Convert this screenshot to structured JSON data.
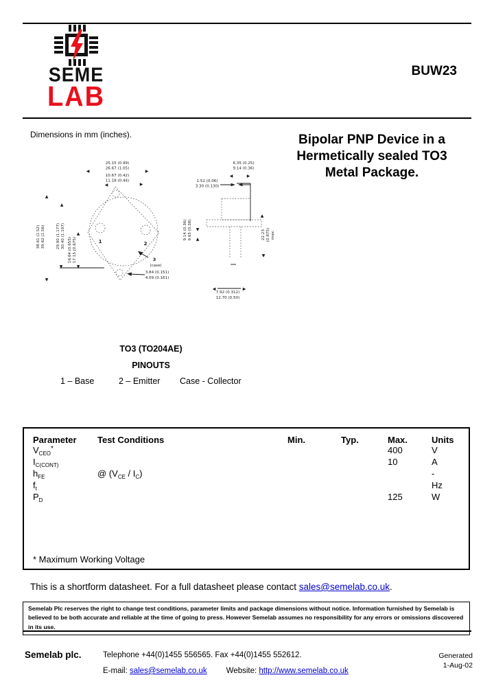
{
  "header": {
    "brand_top": "SEME",
    "brand_bottom": "LAB",
    "part_number": "BUW23"
  },
  "intro": {
    "dimensions_note": "Dimensions in mm (inches).",
    "title_line1": "Bipolar PNP Device in a",
    "title_line2": "Hermetically sealed TO3",
    "title_line3": "Metal Package."
  },
  "drawing": {
    "top_view": {
      "dim_cap_dia_min": "25.15 (0.99)",
      "dim_cap_dia_max": "26.67 (1.05)",
      "dim_pin_space_min": "10.67 (0.42)",
      "dim_pin_space_max": "11.18 (0.44)",
      "dim_flange_len_min": "38.61 (1.52)",
      "dim_flange_len_max": "39.62 (1.56)",
      "dim_hole_ctrs_min": "29.90 (1.177)",
      "dim_hole_ctrs_max": "30.40 (1.197)",
      "dim_flat_min": "16.64 (0.655)",
      "dim_flat_max": "17.15 (0.675)",
      "dim_hole_dia_min": "3.84 (0.151)",
      "dim_hole_dia_max": "4.09 (0.161)",
      "pin1_label": "1",
      "pin2_label": "2",
      "case_num": "3",
      "case_label": "(case)"
    },
    "side_view": {
      "dim_cap_h_min": "6.35 (0.25)",
      "dim_cap_h_max": "9.14 (0.36)",
      "dim_seal_min": "1.52 (0.06)",
      "dim_seal_max": "3.30 (0.130)",
      "dim_body_min": "9.14 (0.36)",
      "dim_body_max": "9.65 (0.38)",
      "dim_total_1": "22.23",
      "dim_total_2": "(0.875)",
      "dim_total_3": "max.",
      "dim_lead_min": "7.92 (0.312)",
      "dim_lead_max": "12.70 (0.50)"
    }
  },
  "package": {
    "name": "TO3 (TO204AE)",
    "pinouts_heading": "PINOUTS",
    "pin1": "1 – Base",
    "pin2": "2 – Emitter",
    "case": "Case - Collector"
  },
  "table": {
    "headers": {
      "parameter": "Parameter",
      "conditions": "Test Conditions",
      "min": "Min.",
      "typ": "Typ.",
      "max": "Max.",
      "units": "Units"
    },
    "rows": [
      {
        "sym": "V",
        "sub": "CEO",
        "sup": "*",
        "max": "400",
        "units": "V"
      },
      {
        "sym": "I",
        "sub": "C(CONT)",
        "max": "10",
        "units": "A"
      },
      {
        "sym": "h",
        "sub": "FE",
        "cond_a": "@  (V",
        "cond_sub1": "CE",
        "cond_b": " / I",
        "cond_sub2": "C",
        "cond_c": ")",
        "units": "-"
      },
      {
        "sym": "f",
        "sub": "t",
        "units": "Hz"
      },
      {
        "sym": "P",
        "sub": "D",
        "max": "125",
        "units": "W"
      }
    ],
    "note": "* Maximum Working Voltage"
  },
  "shortform": {
    "text": "This is a shortform datasheet. For a full datasheet please contact ",
    "link": "sales@semelab.co.uk",
    "suffix": "."
  },
  "disclaimer": "Semelab Plc reserves the right to change test conditions, parameter limits and package dimensions without notice. Information furnished by Semelab is believed to be both accurate and reliable at the time of going to press. However Semelab assumes no responsibility for any errors or omissions discovered in its use.",
  "footer": {
    "company": "Semelab plc.",
    "phone": "Telephone +44(0)1455 556565. Fax +44(0)1455 552612.",
    "email_label": "E-mail: ",
    "email": "sales@semelab.co.uk",
    "website_label": "Website: ",
    "website": "http://www.semelab.co.uk",
    "generated_label": "Generated",
    "generated_date": "1-Aug-02"
  }
}
